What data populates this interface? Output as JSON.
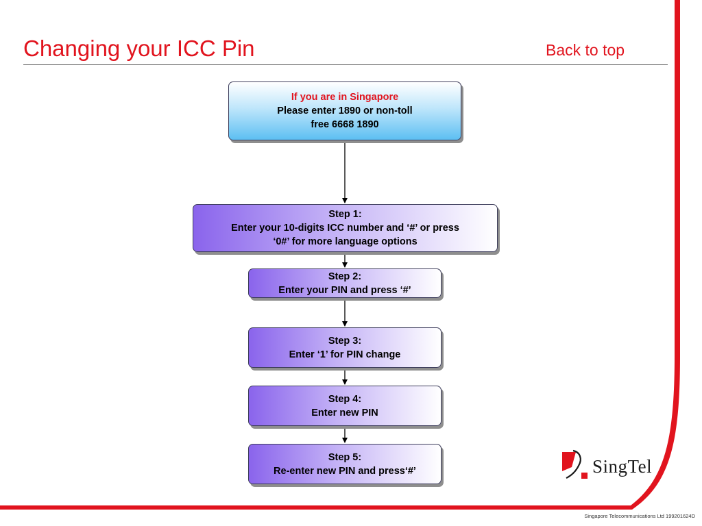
{
  "header": {
    "title": "Changing your ICC Pin",
    "back_link": "Back to top"
  },
  "flow": {
    "start": {
      "heading": "If you are in Singapore",
      "line1": "Please enter 1890 or non-toll",
      "line2": "free 6668 1890"
    },
    "steps": [
      {
        "heading": "Step 1:",
        "line1": "Enter your 10-digits ICC number and ‘#’ or press",
        "line2": "‘0#’ for more language options"
      },
      {
        "heading": "Step 2:",
        "line1": "Enter your PIN and press ‘#’"
      },
      {
        "heading": "Step 3:",
        "line1": "Enter ‘1’ for PIN change"
      },
      {
        "heading": "Step 4:",
        "line1": "Enter new PIN"
      },
      {
        "heading": "Step 5:",
        "line1": "Re-enter new PIN and press‘#’"
      }
    ]
  },
  "brand": {
    "logo_text": "SingTel",
    "accent_color": "#e1141e"
  },
  "footer": {
    "text": "Singapore Telecommunications Ltd 199201624D"
  }
}
